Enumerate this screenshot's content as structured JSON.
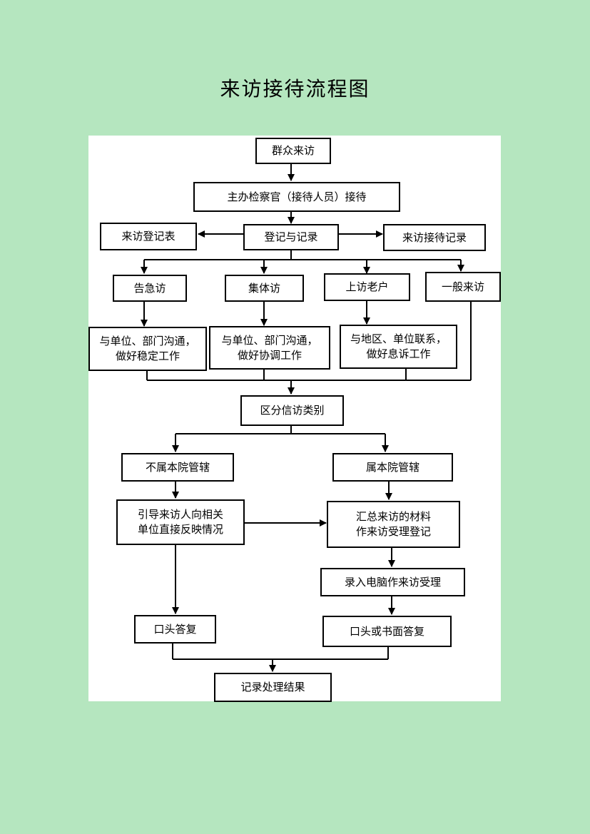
{
  "title": "来访接待流程图",
  "nodes": {
    "visit": "群众来访",
    "reception": "主办检察官（接待人员）接待",
    "register_form": "来访登记表",
    "register_record": "登记与记录",
    "reception_record": "来访接待记录",
    "urgent": "告急访",
    "collective": "集体访",
    "repeat": "上访老户",
    "general": "一般来访",
    "urgent_action": [
      "与单位、部门沟通，",
      "做好稳定工作"
    ],
    "collective_action": [
      "与单位、部门沟通，",
      "做好协调工作"
    ],
    "repeat_action": [
      "与地区、单位联系，",
      "做好息诉工作"
    ],
    "classify": "区分信访类别",
    "not_jurisdiction": "不属本院管辖",
    "jurisdiction": "属本院管辖",
    "guide": [
      "引导来访人向相关",
      "单位直接反映情况"
    ],
    "summarize": [
      "汇总来访的材料",
      "作来访受理登记"
    ],
    "computer": "录入电脑作来访受理",
    "oral_reply": "口头答复",
    "written_reply": "口头或书面答复",
    "record_result": "记录处理结果"
  }
}
